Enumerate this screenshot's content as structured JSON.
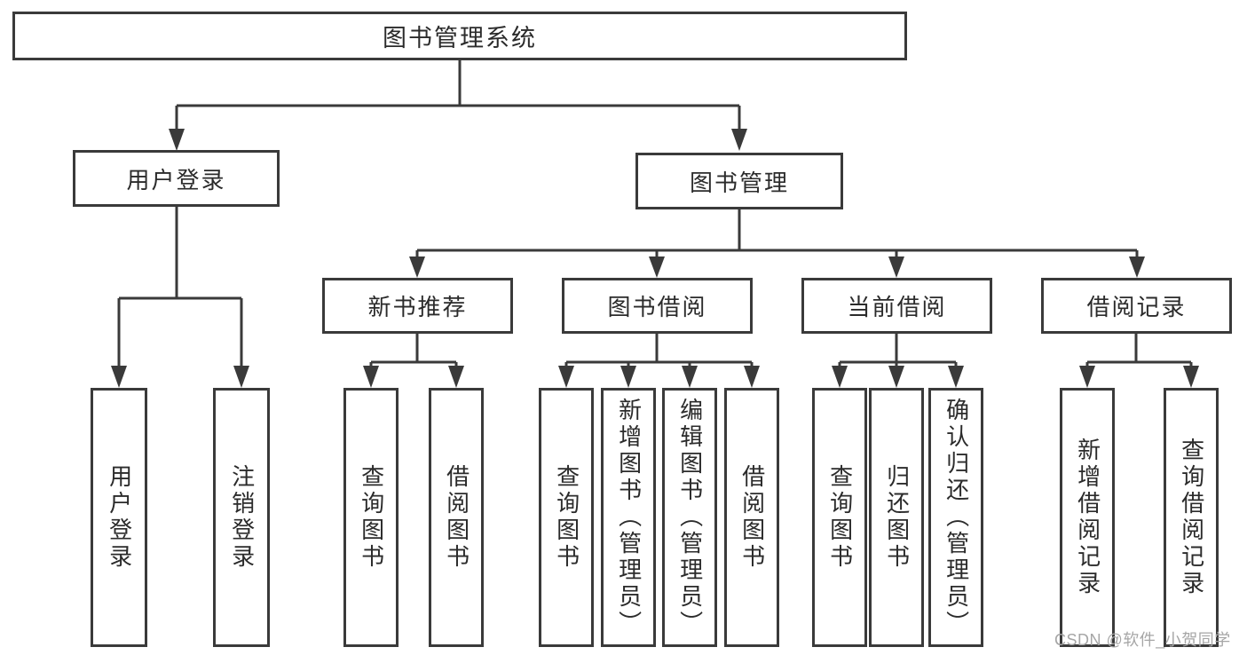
{
  "diagram_title": "图书管理系统",
  "tree": {
    "root": {
      "label": "图书管理系统"
    },
    "level2": [
      {
        "label": "用户登录",
        "children": [
          "用户登录",
          "注销登录"
        ]
      },
      {
        "label": "图书管理"
      }
    ],
    "level3": [
      {
        "label": "新书推荐",
        "children": [
          "查询图书",
          "借阅图书"
        ]
      },
      {
        "label": "图书借阅",
        "children": [
          "查询图书",
          "新增图书（管理员）",
          "编辑图书（管理员）",
          "借阅图书"
        ]
      },
      {
        "label": "当前借阅",
        "children": [
          "查询图书",
          "归还图书",
          "确认归还（管理员）"
        ]
      },
      {
        "label": "借阅记录",
        "children": [
          "新增借阅记录",
          "查询借阅记录"
        ]
      }
    ]
  },
  "watermark": {
    "label": "CSDN @软件_小贺同学"
  },
  "colors": {
    "line": "#3a3a3a",
    "text": "#2b2b2b",
    "box_fill": "#ffffff",
    "watermark": "#a6a6a6",
    "background": "#ffffff"
  }
}
